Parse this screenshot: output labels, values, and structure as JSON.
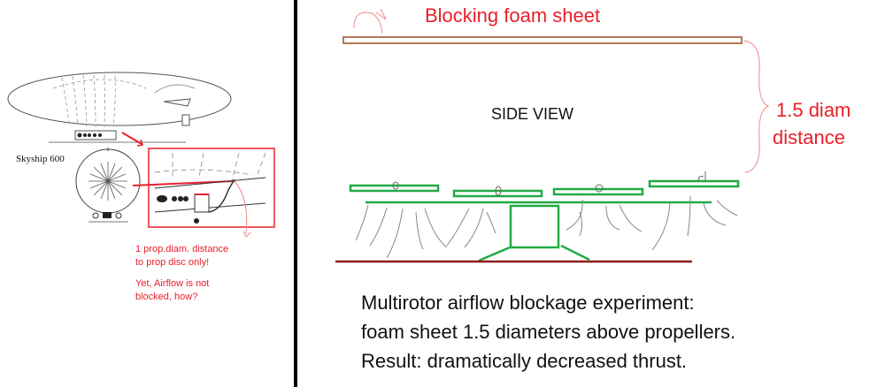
{
  "left_panel": {
    "airship_label": "Skyship 600",
    "note_lines": [
      "1 prop.diam. distance",
      "to prop disc only!",
      "Yet, Airflow  is not",
      "blocked, how?"
    ]
  },
  "right_panel": {
    "foam_label": "Blocking foam sheet",
    "view_label": "SIDE VIEW",
    "distance_lines": [
      "1.5 diam",
      "distance"
    ],
    "caption_lines": [
      "Multirotor airflow blockage experiment:",
      "foam sheet 1.5 diameters above propellers.",
      "Result: dramatically decreased thrust."
    ]
  },
  "colors": {
    "annotation": "#e8202a",
    "frame": "#22aa44",
    "foam": "#b5785a",
    "ground": "#8b1a1a"
  }
}
